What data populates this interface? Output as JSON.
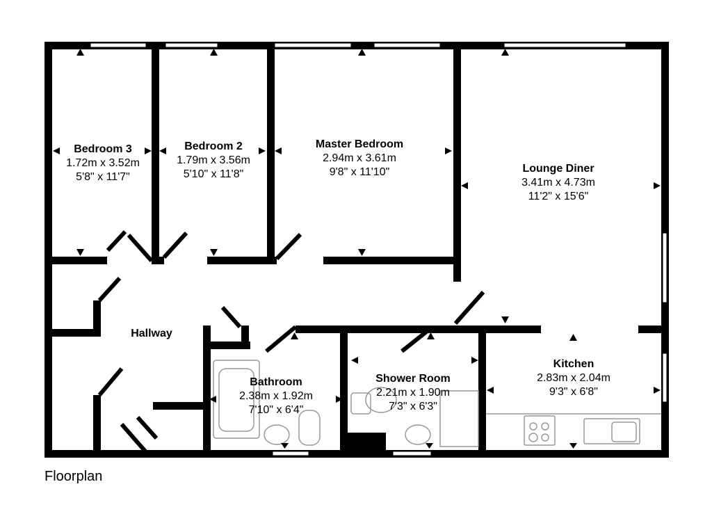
{
  "caption": "Floorplan",
  "rooms": {
    "bedroom3": {
      "name": "Bedroom 3",
      "metric": "1.72m x 3.52m",
      "imperial": "5'8\" x 11'7\""
    },
    "bedroom2": {
      "name": "Bedroom 2",
      "metric": "1.79m x 3.56m",
      "imperial": "5'10\" x 11'8\""
    },
    "master": {
      "name": "Master Bedroom",
      "metric": "2.94m x 3.61m",
      "imperial": "9'8\" x 11'10\""
    },
    "lounge": {
      "name": "Lounge Diner",
      "metric": "3.41m x 4.73m",
      "imperial": "11'2\" x 15'6\""
    },
    "hallway": {
      "name": "Hallway"
    },
    "bathroom": {
      "name": "Bathroom",
      "metric": "2.38m x 1.92m",
      "imperial": "7'10\" x 6'4\""
    },
    "shower": {
      "name": "Shower Room",
      "metric": "2.21m x 1.90m",
      "imperial": "7'3\" x 6'3\""
    },
    "kitchen": {
      "name": "Kitchen",
      "metric": "2.83m x 2.04m",
      "imperial": "9'3\" x 6'8\""
    }
  },
  "colors": {
    "wall": "#000000",
    "fixture": "#999999",
    "background": "#ffffff"
  }
}
